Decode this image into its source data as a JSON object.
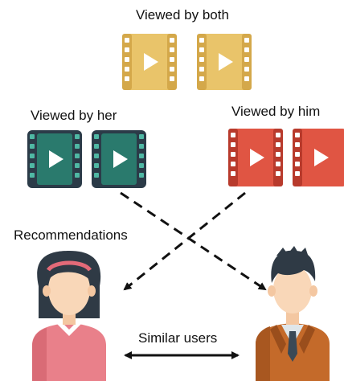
{
  "labels": {
    "viewed_both": "Viewed by both",
    "viewed_her": "Viewed by her",
    "viewed_him": "Viewed by him",
    "recommendations": "Recommendations",
    "similar_users": "Similar users"
  },
  "icons": {
    "film_both": "film-reel-icon",
    "film_her": "film-reel-icon",
    "film_him": "film-reel-icon",
    "woman": "woman-avatar-icon",
    "man": "man-avatar-icon"
  },
  "colors": {
    "both_film_fill": "#e9c46a",
    "both_film_dark": "#d4a84a",
    "her_film_fill": "#2a7a6d",
    "her_film_dark": "#2b3b48",
    "him_film_fill": "#e05543",
    "him_film_dark": "#b83a2c",
    "play_white": "#ffffff",
    "arrow": "#111111"
  }
}
